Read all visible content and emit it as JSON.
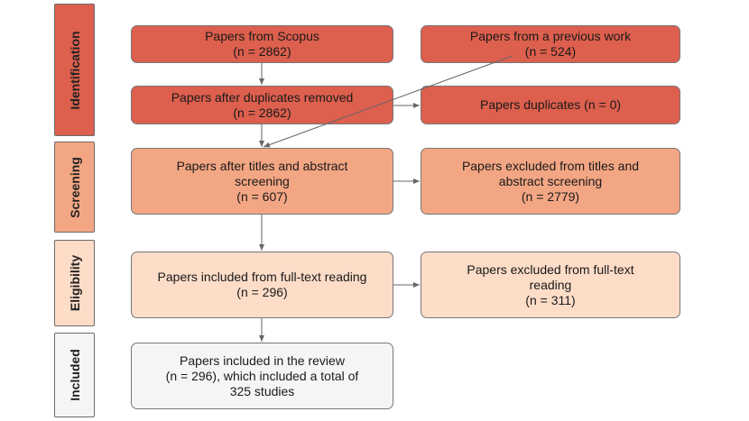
{
  "colors": {
    "identification": "#dd5f4d",
    "screening": "#f3a683",
    "eligibility": "#fddcc8",
    "included": "#f5f5f5",
    "arrow": "#666666"
  },
  "phases": {
    "identification": "Identification",
    "screening": "Screening",
    "eligibility": "Eligibility",
    "included": "Included"
  },
  "boxes": {
    "scopus": "Papers from Scopus\n(n = 2862)",
    "previous_work": "Papers from a previous work\n(n = 524)",
    "after_duplicates": "Papers after duplicates removed\n(n = 2862)",
    "duplicates": "Papers duplicates (n = 0)",
    "after_screening": "Papers after titles and abstract\nscreening\n(n = 607)",
    "excluded_screening": "Papers excluded from titles and\nabstract screening\n(n = 2779)",
    "included_fulltext": "Papers included from full-text reading\n(n = 296)",
    "excluded_fulltext": "Papers excluded from full-text\nreading\n(n = 311)",
    "included_review": "Papers included in the review\n(n = 296), which included a total of\n325 studies"
  }
}
